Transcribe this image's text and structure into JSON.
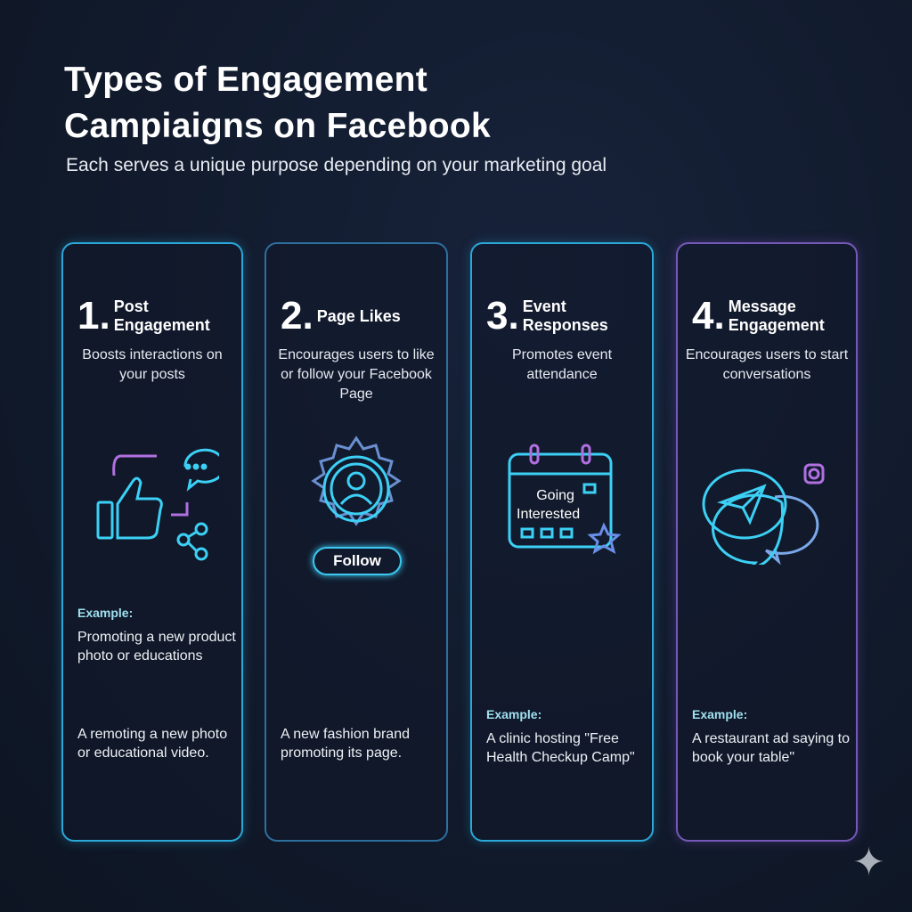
{
  "title_line1": "Types of Engagement",
  "title_line2": "Campiaigns on Facebook",
  "subtitle": "Each serves a unique purpose depending on your marketing goal",
  "cards": [
    {
      "number": "1.",
      "heading_line1": "Post",
      "heading_line2": "Engagement",
      "description": "Boosts interactions on your posts",
      "example_label": "Example:",
      "example_text": "Promoting a new product photo or educations",
      "extra_text": "A remoting a new photo or educational video."
    },
    {
      "number": "2.",
      "heading_line1": "Page Likes",
      "heading_line2": "",
      "description": "Encourages users to like or follow your Facebook Page",
      "button": "Follow",
      "extra_text": "A new fashion brand promoting its page."
    },
    {
      "number": "3.",
      "heading_line1": "Event",
      "heading_line2": "Responses",
      "description": "Promotes event attendance",
      "calendar_line1": "Going",
      "calendar_line2": "Interested",
      "example_label": "Example:",
      "example_text": "A clinic hosting \"Free Health Checkup Camp\""
    },
    {
      "number": "4.",
      "heading_line1": "Message",
      "heading_line2": "Engagement",
      "description": "Encourages users to start conversations",
      "example_label": "Example:",
      "example_text": "A restaurant ad saying to book your table\""
    }
  ],
  "colors": {
    "background": "#111a2b",
    "cyan": "#2aa8d8",
    "purple": "#7658b8"
  }
}
